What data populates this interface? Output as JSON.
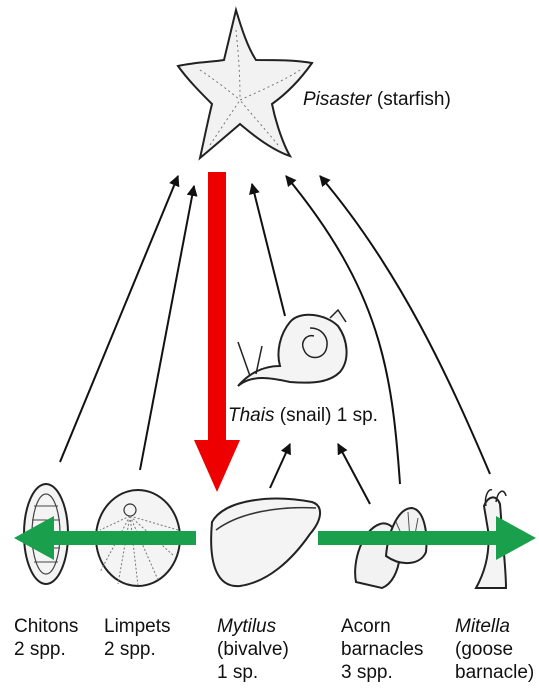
{
  "predator": {
    "genus": "Pisaster",
    "common": "(starfish)"
  },
  "intermediate": {
    "genus": "Thais",
    "common": "(snail)",
    "count": "1 sp."
  },
  "prey": [
    {
      "lines": [
        "Chitons",
        "2 spp."
      ],
      "italic_first": false
    },
    {
      "lines": [
        "Limpets",
        "2 spp."
      ],
      "italic_first": false
    },
    {
      "lines": [
        "Mytilus",
        "(bivalve)",
        "1 sp."
      ],
      "italic_first": true
    },
    {
      "lines": [
        "Acorn",
        "barnacles",
        "3 spp."
      ],
      "italic_first": false
    },
    {
      "lines": [
        "Mitella",
        "(goose",
        "barnacle)"
      ],
      "italic_first": true
    }
  ],
  "colors": {
    "feeding_arrow": "#111111",
    "removal_arrow": "#ee0000",
    "spread_arrow": "#1aa04c"
  }
}
